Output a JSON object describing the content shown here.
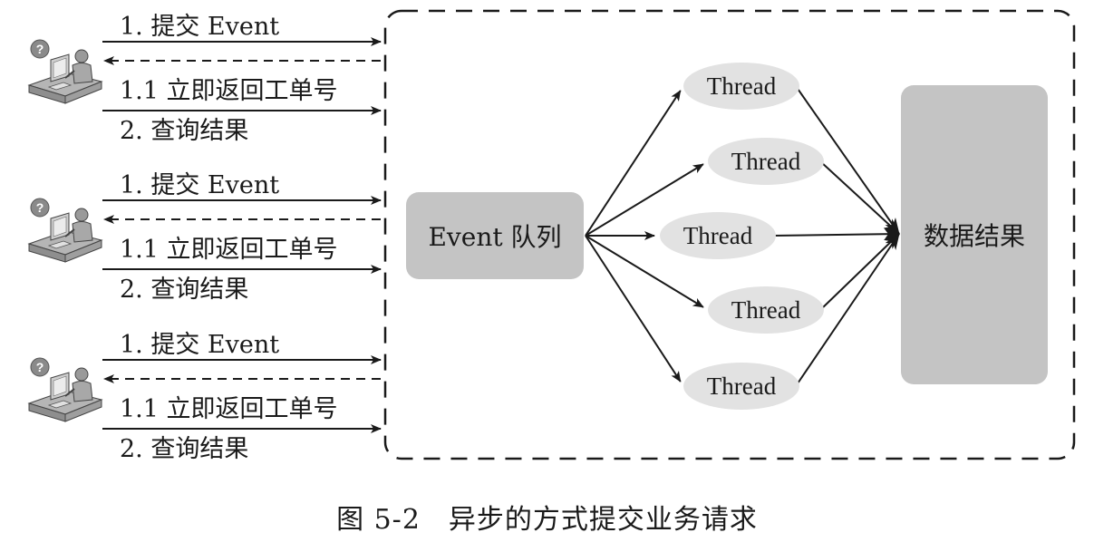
{
  "clients": [
    {
      "submit": "1. 提交 Event",
      "ticket": "1.1 立即返回工单号",
      "query": "2. 查询结果"
    },
    {
      "submit": "1. 提交 Event",
      "ticket": "1.1 立即返回工单号",
      "query": "2. 查询结果"
    },
    {
      "submit": "1. 提交 Event",
      "ticket": "1.1 立即返回工单号",
      "query": "2. 查询结果"
    }
  ],
  "queue": {
    "label": "Event 队列"
  },
  "threads": [
    "Thread",
    "Thread",
    "Thread",
    "Thread",
    "Thread"
  ],
  "result": {
    "label": "数据结果"
  },
  "caption": "图 5-2　异步的方式提交业务请求",
  "icons": {
    "client": "user-at-computer-question-icon"
  },
  "colors": {
    "box_fill": "#c4c4c4",
    "thread_fill": "#e2e2e2",
    "line": "#1a1a1a"
  }
}
